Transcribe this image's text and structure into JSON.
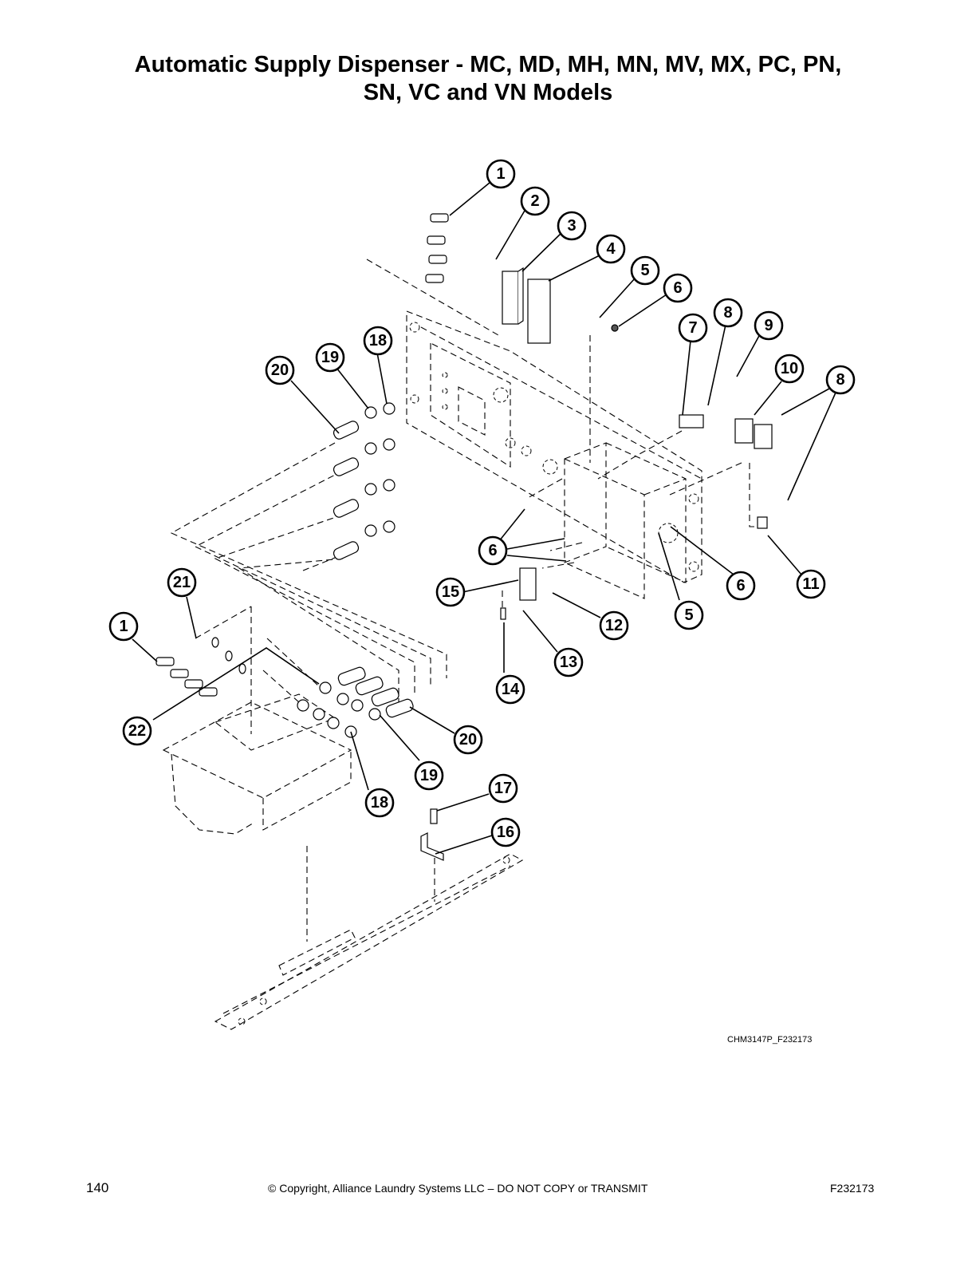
{
  "title": {
    "line1": "Automatic Supply Dispenser - MC, MD, MH, MN, MV, MX, PC, PN,",
    "line2": "SN, VC and VN Models"
  },
  "figure_id": "CHM3147P_F232173",
  "footer": {
    "page_number": "140",
    "copyright": "© Copyright, Alliance Laundry Systems LLC – DO NOT COPY or TRANSMIT",
    "document_number": "F232173"
  },
  "callouts": [
    {
      "id": "c1a",
      "label": "1"
    },
    {
      "id": "c2",
      "label": "2"
    },
    {
      "id": "c3",
      "label": "3"
    },
    {
      "id": "c4",
      "label": "4"
    },
    {
      "id": "c5a",
      "label": "5"
    },
    {
      "id": "c6a",
      "label": "6"
    },
    {
      "id": "c7",
      "label": "7"
    },
    {
      "id": "c8a",
      "label": "8"
    },
    {
      "id": "c9",
      "label": "9"
    },
    {
      "id": "c10",
      "label": "10"
    },
    {
      "id": "c8b",
      "label": "8"
    },
    {
      "id": "c18a",
      "label": "18"
    },
    {
      "id": "c19a",
      "label": "19"
    },
    {
      "id": "c20a",
      "label": "20"
    },
    {
      "id": "c6b",
      "label": "6"
    },
    {
      "id": "c6c",
      "label": "6"
    },
    {
      "id": "c11",
      "label": "11"
    },
    {
      "id": "c15",
      "label": "15"
    },
    {
      "id": "c12",
      "label": "12"
    },
    {
      "id": "c5b",
      "label": "5"
    },
    {
      "id": "c13",
      "label": "13"
    },
    {
      "id": "c14",
      "label": "14"
    },
    {
      "id": "c21",
      "label": "21"
    },
    {
      "id": "c1b",
      "label": "1"
    },
    {
      "id": "c22",
      "label": "22"
    },
    {
      "id": "c20b",
      "label": "20"
    },
    {
      "id": "c19b",
      "label": "19"
    },
    {
      "id": "c18b",
      "label": "18"
    },
    {
      "id": "c17",
      "label": "17"
    },
    {
      "id": "c16",
      "label": "16"
    }
  ]
}
